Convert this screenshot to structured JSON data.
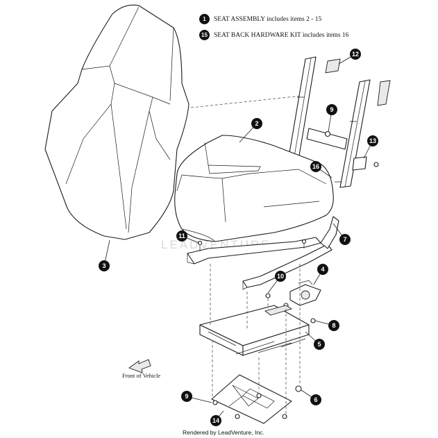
{
  "notes": [
    {
      "number": "1",
      "text": "SEAT ASSEMBLY includes items 2 - 15"
    },
    {
      "number": "15",
      "text": "SEAT BACK HARDWARE KIT includes items 16"
    }
  ],
  "callouts": [
    "1",
    "2",
    "3",
    "4",
    "5",
    "6",
    "7",
    "8",
    "9",
    "9",
    "10",
    "11",
    "12",
    "13",
    "14",
    "15",
    "16"
  ],
  "labels": {
    "front_of_vehicle": "Front of Vehicle",
    "rendered_by": "Rendered by LeadVenture, Inc.",
    "watermark": "LEADVENTURE"
  }
}
